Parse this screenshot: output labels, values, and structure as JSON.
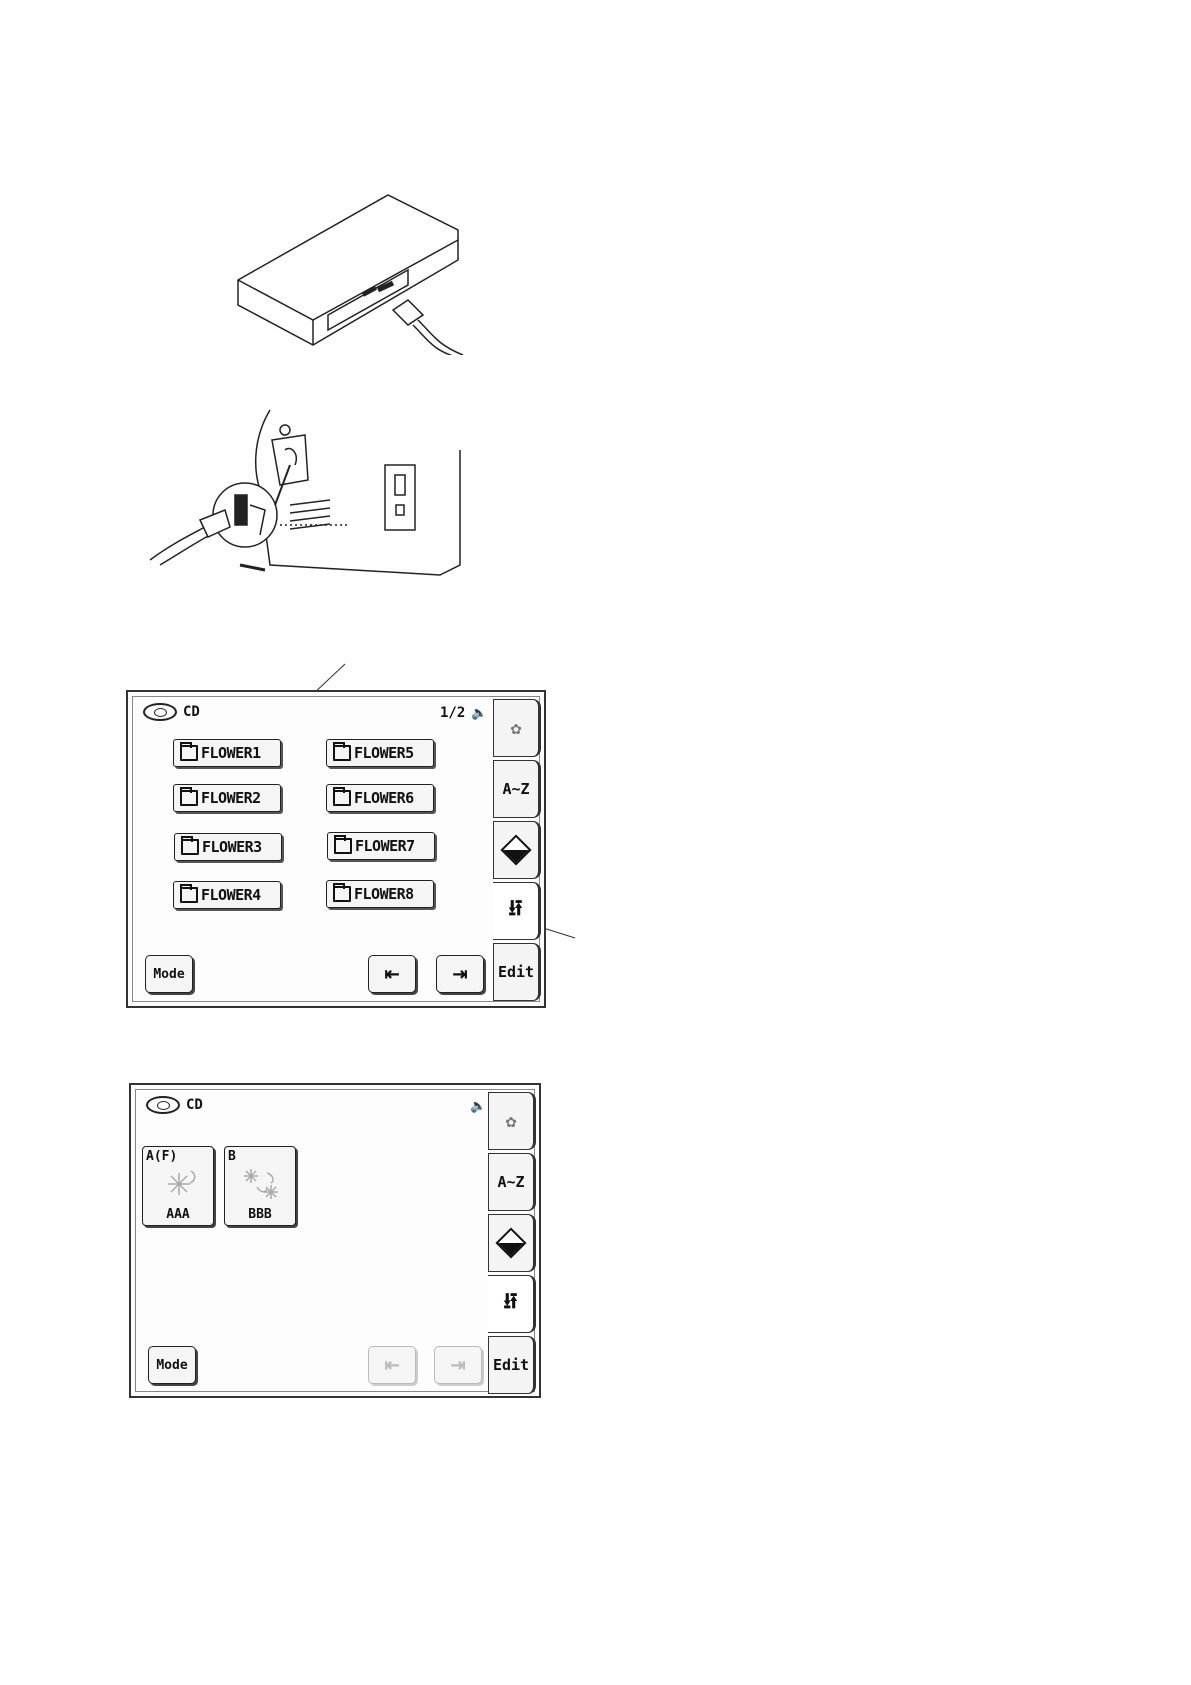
{
  "screen1": {
    "drive_label": "CD",
    "page_indicator": "1/2",
    "folders": [
      "FLOWER1",
      "FLOWER5",
      "FLOWER2",
      "FLOWER6",
      "FLOWER3",
      "FLOWER7",
      "FLOWER4",
      "FLOWER8"
    ],
    "tabs": {
      "alpha": "A~Z",
      "edit": "Edit"
    },
    "mode_label": "Mode"
  },
  "screen2": {
    "drive_label": "CD",
    "patterns": [
      {
        "tag": "A(F)",
        "name": "AAA"
      },
      {
        "tag": "B",
        "name": "BBB"
      }
    ],
    "tabs": {
      "alpha": "A~Z",
      "edit": "Edit"
    },
    "mode_label": "Mode"
  },
  "icons": {
    "embroidery_tab": "embroidery-icon",
    "eraser_tab": "eraser-icon",
    "usb_tab": "usb-icon",
    "prev_page": "page-prev-icon",
    "next_page": "page-next-icon",
    "speaker": "speaker-icon"
  }
}
